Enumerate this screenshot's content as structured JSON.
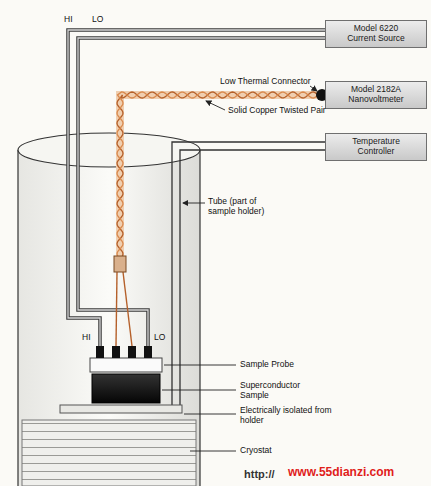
{
  "diagram": {
    "nodes": [
      {
        "text": [
          "Model 6220 Current Source"
        ]
      },
      {
        "text": [
          "Model 2182A Nanovoltmeter"
        ]
      },
      {
        "text": [
          "Temperature Controller"
        ]
      }
    ],
    "labels": [
      "HI",
      "LO",
      "Low Thermal Connector",
      "Solid Copper Twisted Pair",
      "Tube (part of sample holder)",
      "Sample Probe",
      "HI",
      "LO",
      "Superconductor Sample",
      "Electrically isolated from holder",
      "Cryostat",
      "http://",
      "www.55dianzi.com"
    ]
  }
}
